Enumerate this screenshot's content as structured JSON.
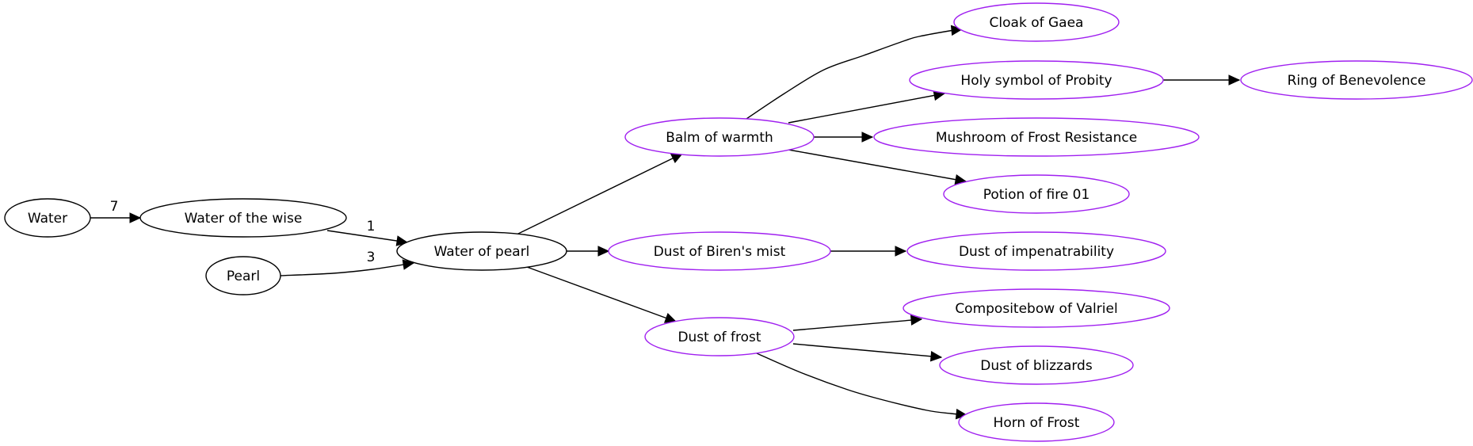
{
  "colors": {
    "ingredient_stroke": "#000000",
    "product_stroke": "#a020f0",
    "edge": "#000000"
  },
  "nodes": {
    "water": {
      "label": "Water",
      "kind": "ingredient"
    },
    "water_wise": {
      "label": "Water of the wise",
      "kind": "ingredient"
    },
    "pearl": {
      "label": "Pearl",
      "kind": "ingredient"
    },
    "water_pearl": {
      "label": "Water of pearl",
      "kind": "ingredient"
    },
    "balm": {
      "label": "Balm of warmth",
      "kind": "product"
    },
    "dust_biren": {
      "label": "Dust of Biren's mist",
      "kind": "product"
    },
    "dust_frost": {
      "label": "Dust of frost",
      "kind": "product"
    },
    "cloak": {
      "label": "Cloak of Gaea",
      "kind": "product"
    },
    "holy": {
      "label": "Holy symbol of Probity",
      "kind": "product"
    },
    "ring": {
      "label": "Ring of Benevolence",
      "kind": "product"
    },
    "mushroom": {
      "label": "Mushroom of Frost Resistance",
      "kind": "product"
    },
    "potion": {
      "label": "Potion of fire 01",
      "kind": "product"
    },
    "dust_imp": {
      "label": "Dust of impenatrability",
      "kind": "product"
    },
    "bow": {
      "label": "Compositebow of Valriel",
      "kind": "product"
    },
    "blizzards": {
      "label": "Dust of blizzards",
      "kind": "product"
    },
    "horn": {
      "label": "Horn of Frost",
      "kind": "product"
    }
  },
  "edges": [
    {
      "from": "water",
      "to": "water_wise",
      "label": "7"
    },
    {
      "from": "water_wise",
      "to": "water_pearl",
      "label": "1"
    },
    {
      "from": "pearl",
      "to": "water_pearl",
      "label": "3"
    },
    {
      "from": "water_pearl",
      "to": "balm",
      "label": ""
    },
    {
      "from": "water_pearl",
      "to": "dust_biren",
      "label": ""
    },
    {
      "from": "water_pearl",
      "to": "dust_frost",
      "label": ""
    },
    {
      "from": "balm",
      "to": "cloak",
      "label": ""
    },
    {
      "from": "balm",
      "to": "holy",
      "label": ""
    },
    {
      "from": "balm",
      "to": "mushroom",
      "label": ""
    },
    {
      "from": "balm",
      "to": "potion",
      "label": ""
    },
    {
      "from": "holy",
      "to": "ring",
      "label": ""
    },
    {
      "from": "dust_biren",
      "to": "dust_imp",
      "label": ""
    },
    {
      "from": "dust_frost",
      "to": "bow",
      "label": ""
    },
    {
      "from": "dust_frost",
      "to": "blizzards",
      "label": ""
    },
    {
      "from": "dust_frost",
      "to": "horn",
      "label": ""
    }
  ]
}
